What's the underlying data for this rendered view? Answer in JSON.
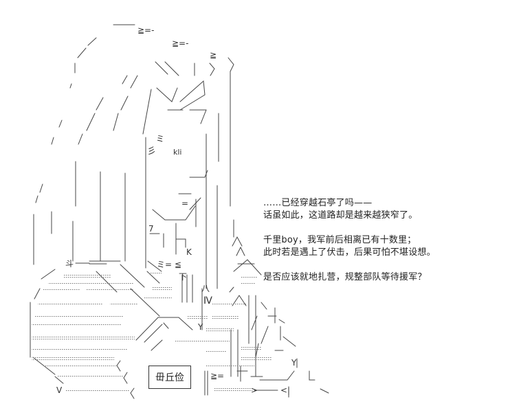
{
  "dialogue": {
    "lines": [
      "……已经穿越石亭了吗——",
      "话虽如此，这道路却是越来越狭窄了。",
      "千里boy，我军前后相离已有十数里；",
      "此时若是遇上了伏击，后果可怕不堪设想。",
      "是否应该就地扎营，规整部队等待援军？"
    ]
  },
  "speaker": {
    "name": "毌丘俭"
  },
  "art_glyphs": {
    "hair_top1": "≧=-",
    "hair_top2": "≧=-",
    "hair_top3": "≧",
    "eye": "kli",
    "brow": "彡",
    "mi": "ミ",
    "mouth": "=",
    "seven": "7",
    "k": "K",
    "collar_mi": "ミ= ≦",
    "ge": "下",
    "roman4": "Ⅳ",
    "ba": "八",
    "dou": "斗",
    "gear": "≧=",
    "ell": "L",
    "ltv": "<|",
    "gt": ">",
    "yy": "Y",
    "vv": "V"
  }
}
